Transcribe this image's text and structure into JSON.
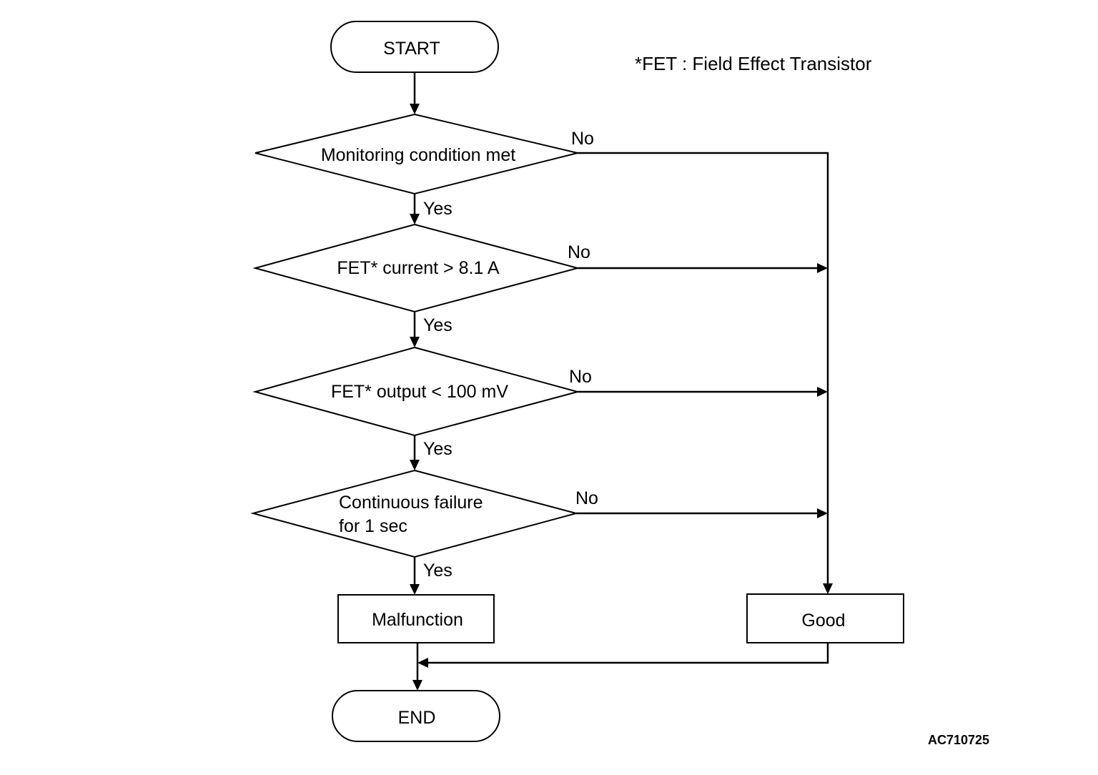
{
  "flowchart": {
    "start_label": "START",
    "end_label": "END",
    "note": "*FET : Field Effect Transistor",
    "figure_code": "AC710725",
    "decisions": [
      {
        "lines": [
          "Monitoring condition met"
        ],
        "yes_label": "Yes",
        "no_label": "No"
      },
      {
        "lines": [
          "FET* current > 8.1 A"
        ],
        "yes_label": "Yes",
        "no_label": "No"
      },
      {
        "lines": [
          "FET* output < 100 mV"
        ],
        "yes_label": "Yes",
        "no_label": "No"
      },
      {
        "lines": [
          "Continuous failure",
          "for 1 sec"
        ],
        "yes_label": "Yes",
        "no_label": "No"
      }
    ],
    "malfunction_label": "Malfunction",
    "good_label": "Good"
  }
}
